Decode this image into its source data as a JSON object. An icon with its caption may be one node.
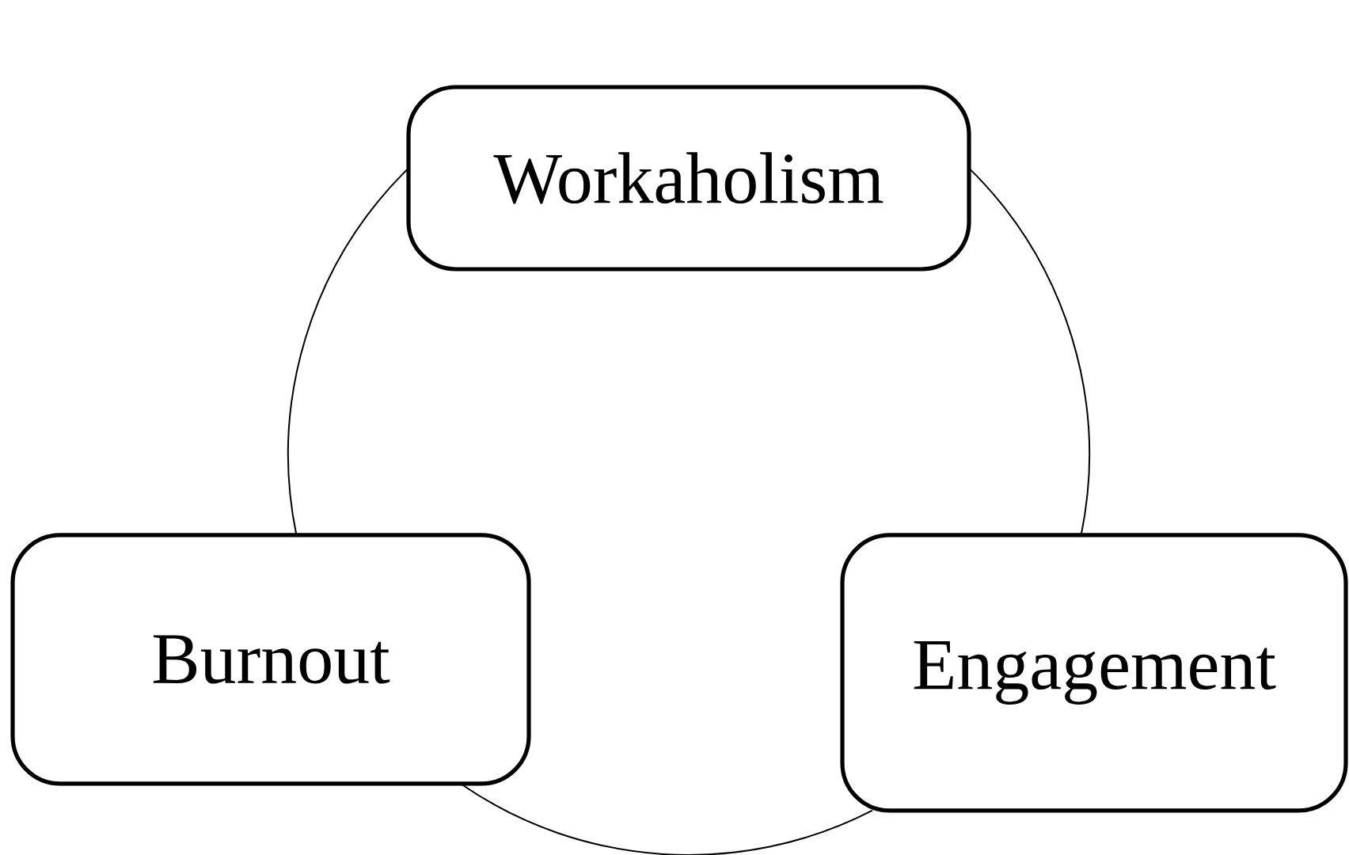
{
  "diagram": {
    "nodes": [
      {
        "text": [
          "Workaholism"
        ]
      },
      {
        "text": [
          "Burnout"
        ]
      },
      {
        "text": [
          "Engagement"
        ]
      }
    ],
    "edges": [
      {
        "from": 0,
        "to": 1,
        "arrow": "none"
      },
      {
        "from": 1,
        "to": 2,
        "arrow": "none"
      },
      {
        "from": 2,
        "to": 0,
        "arrow": "none"
      }
    ]
  }
}
